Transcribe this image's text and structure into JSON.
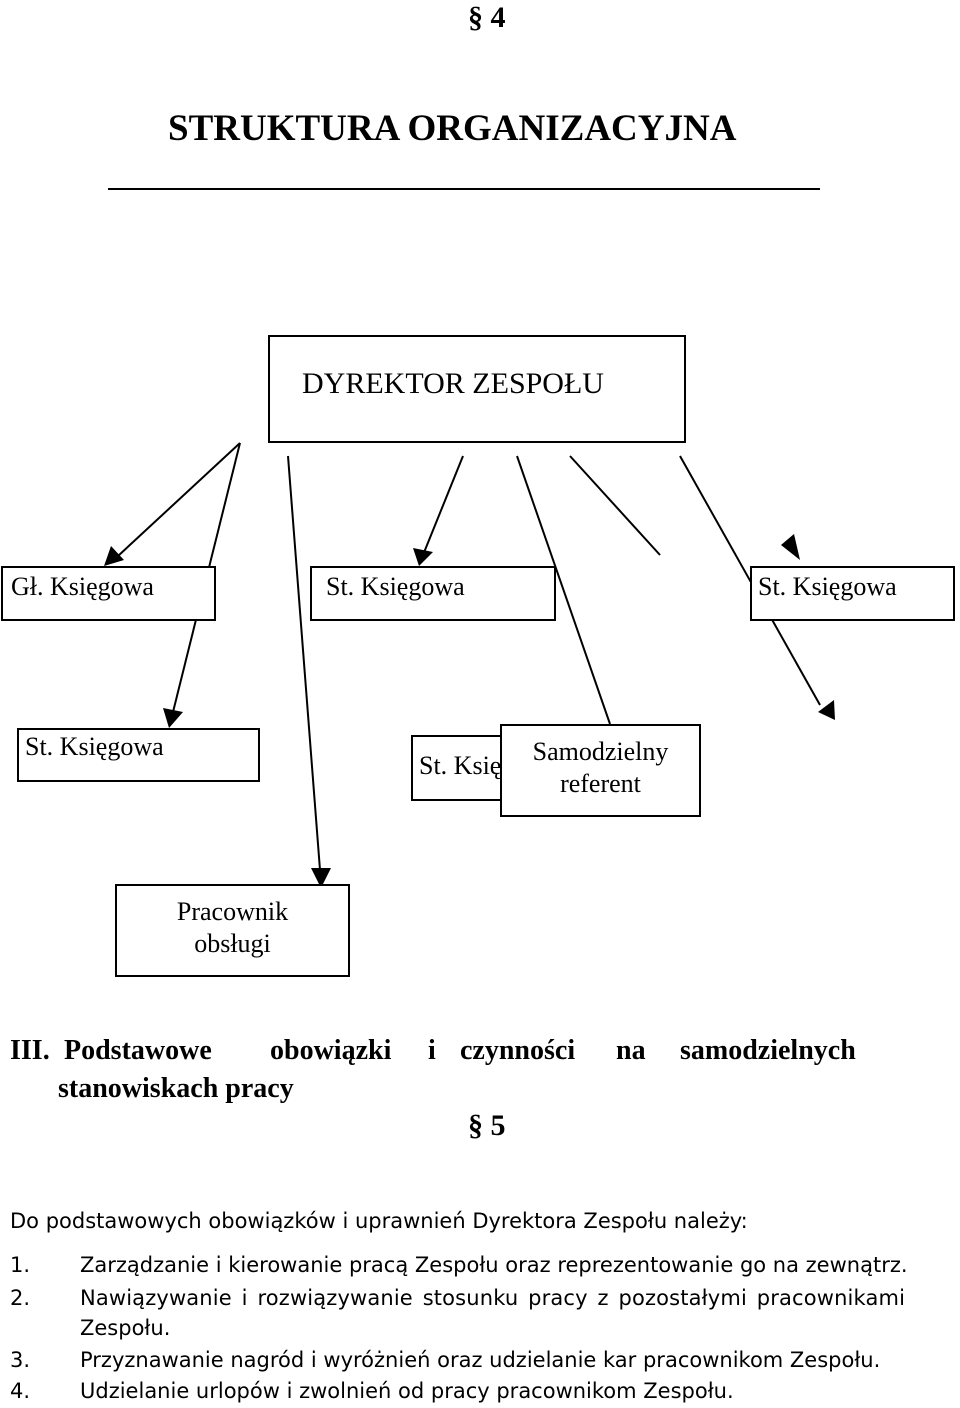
{
  "heading": {
    "section_4": "§ 4",
    "title": "STRUKTURA ORGANIZACYJNA"
  },
  "org_chart": {
    "director": "DYREKTOR  ZESPOŁU",
    "gl_ksiegowa": "Gł. Księgowa",
    "st_ksiegowa_1": "St.  Księgowa",
    "st_ksiegowa_2": "St. Księgowa",
    "st_ksiegowa_3": "St. Księgowa",
    "st_ksiegowa_4": "St. Księgowa",
    "samodzielny_referent": [
      "Samodzielny",
      "referent"
    ],
    "pracownik_obslugi": [
      "Pracownik",
      "obsługi"
    ]
  },
  "section_3": {
    "roman": "III.",
    "words_line1": [
      "Podstawowe",
      "obowiązki",
      "i",
      "czynności",
      "na",
      "samodzielnych"
    ],
    "line2": "stanowiskach  pracy",
    "paragraph": "§ 5"
  },
  "body": {
    "intro": "Do podstawowych obowiązków i uprawnień Dyrektora Zespołu należy:",
    "items": [
      {
        "num": "1.",
        "text": "Zarządzanie i kierowanie pracą Zespołu oraz reprezentowanie go na zewnątrz."
      },
      {
        "num": "2.",
        "text": "Nawiązywanie i rozwiązywanie stosunku pracy z pozostałymi pracownikami",
        "cont": "Zespołu."
      },
      {
        "num": "3.",
        "text": "Przyznawanie nagród i wyróżnień oraz udzielanie kar pracownikom Zespołu."
      },
      {
        "num": "4.",
        "text": "Udzielanie urlopów i zwolnień od pracy pracownikom Zespołu."
      }
    ]
  }
}
